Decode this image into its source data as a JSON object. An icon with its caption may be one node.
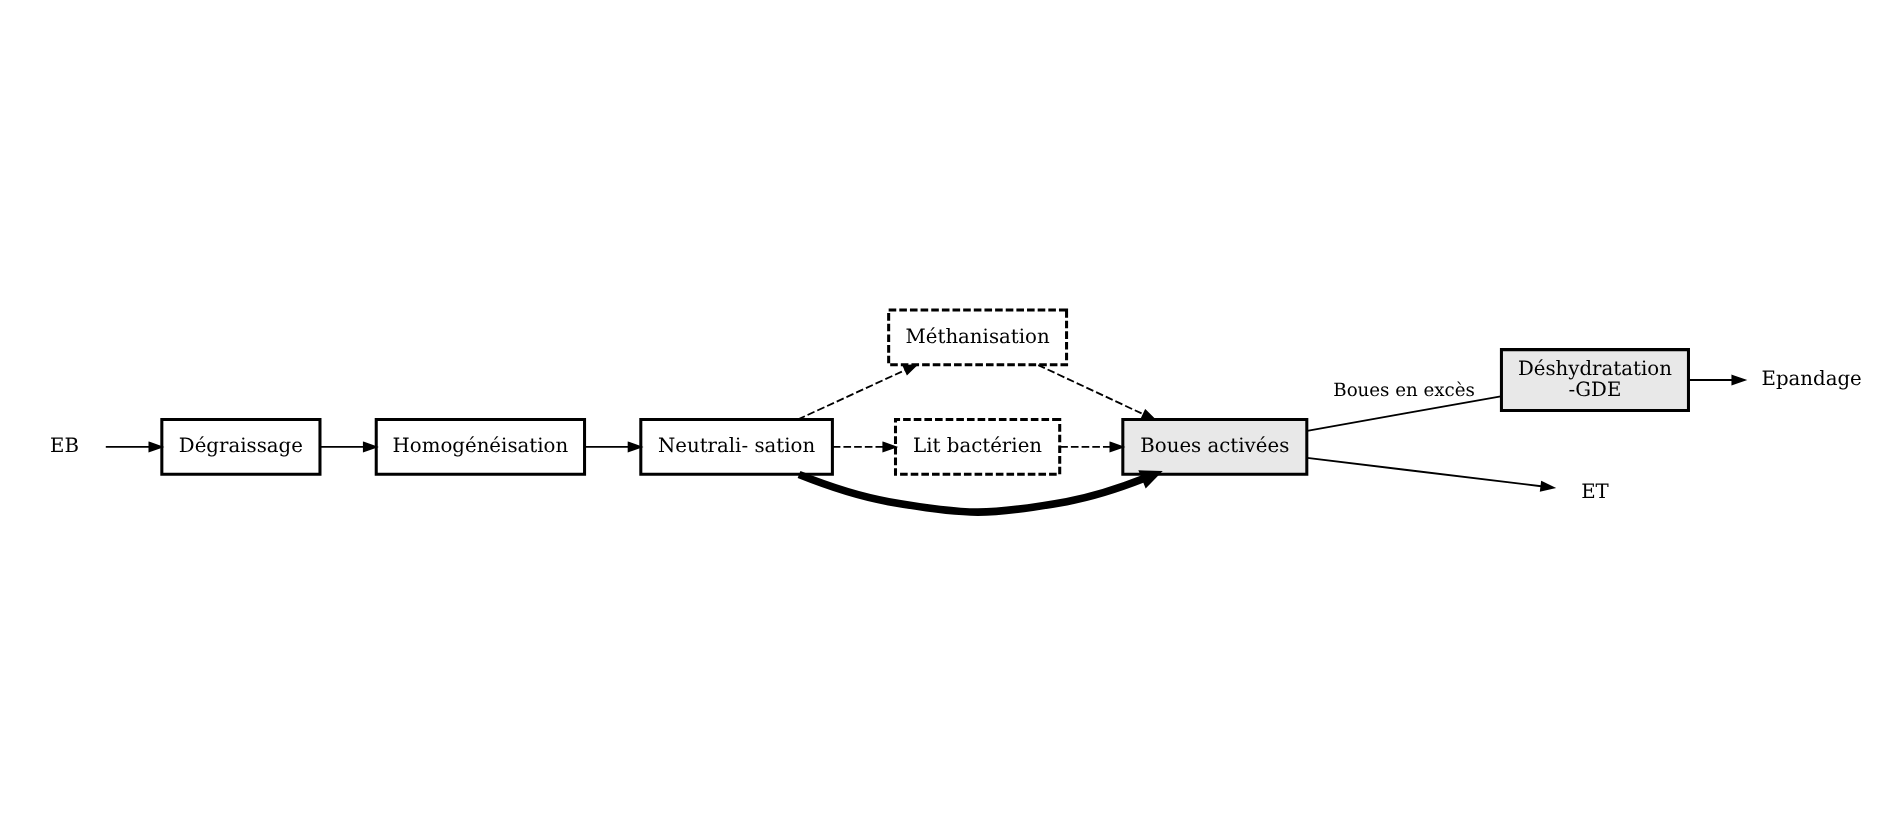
{
  "diagram": {
    "nodes": [
      {
        "text": [
          "EB"
        ]
      },
      {
        "text": [
          "Dégraissage"
        ]
      },
      {
        "text": [
          "Homogénéisation"
        ]
      },
      {
        "text": [
          "Neutrali- sation"
        ]
      },
      {
        "text": [
          "Méthanisation"
        ]
      },
      {
        "text": [
          "Lit bactérien"
        ]
      },
      {
        "text": [
          "Boues activées"
        ]
      },
      {
        "text": [
          "Déshydratation",
          "-GDE"
        ]
      },
      {
        "text": [
          "Epandage"
        ]
      },
      {
        "text": [
          "ET"
        ]
      }
    ],
    "edges": [
      {
        "from": 0,
        "to": 1,
        "arrow": "to"
      },
      {
        "from": 1,
        "to": 2,
        "arrow": "to"
      },
      {
        "from": 2,
        "to": 3,
        "arrow": "to"
      },
      {
        "from": 3,
        "to": 4,
        "arrow": "to",
        "style": "dashed"
      },
      {
        "from": 3,
        "to": 5,
        "arrow": "to",
        "style": "dashed"
      },
      {
        "from": 3,
        "to": 6,
        "arrow": "to",
        "style": "thick"
      },
      {
        "from": 4,
        "to": 6,
        "arrow": "to",
        "style": "dashed"
      },
      {
        "from": 5,
        "to": 6,
        "arrow": "to",
        "style": "dashed"
      },
      {
        "from": 6,
        "to": 7,
        "arrow": "none",
        "label": "Boues en excès"
      },
      {
        "from": 7,
        "to": 8,
        "arrow": "to"
      },
      {
        "from": 6,
        "to": 9,
        "arrow": "to"
      }
    ]
  }
}
